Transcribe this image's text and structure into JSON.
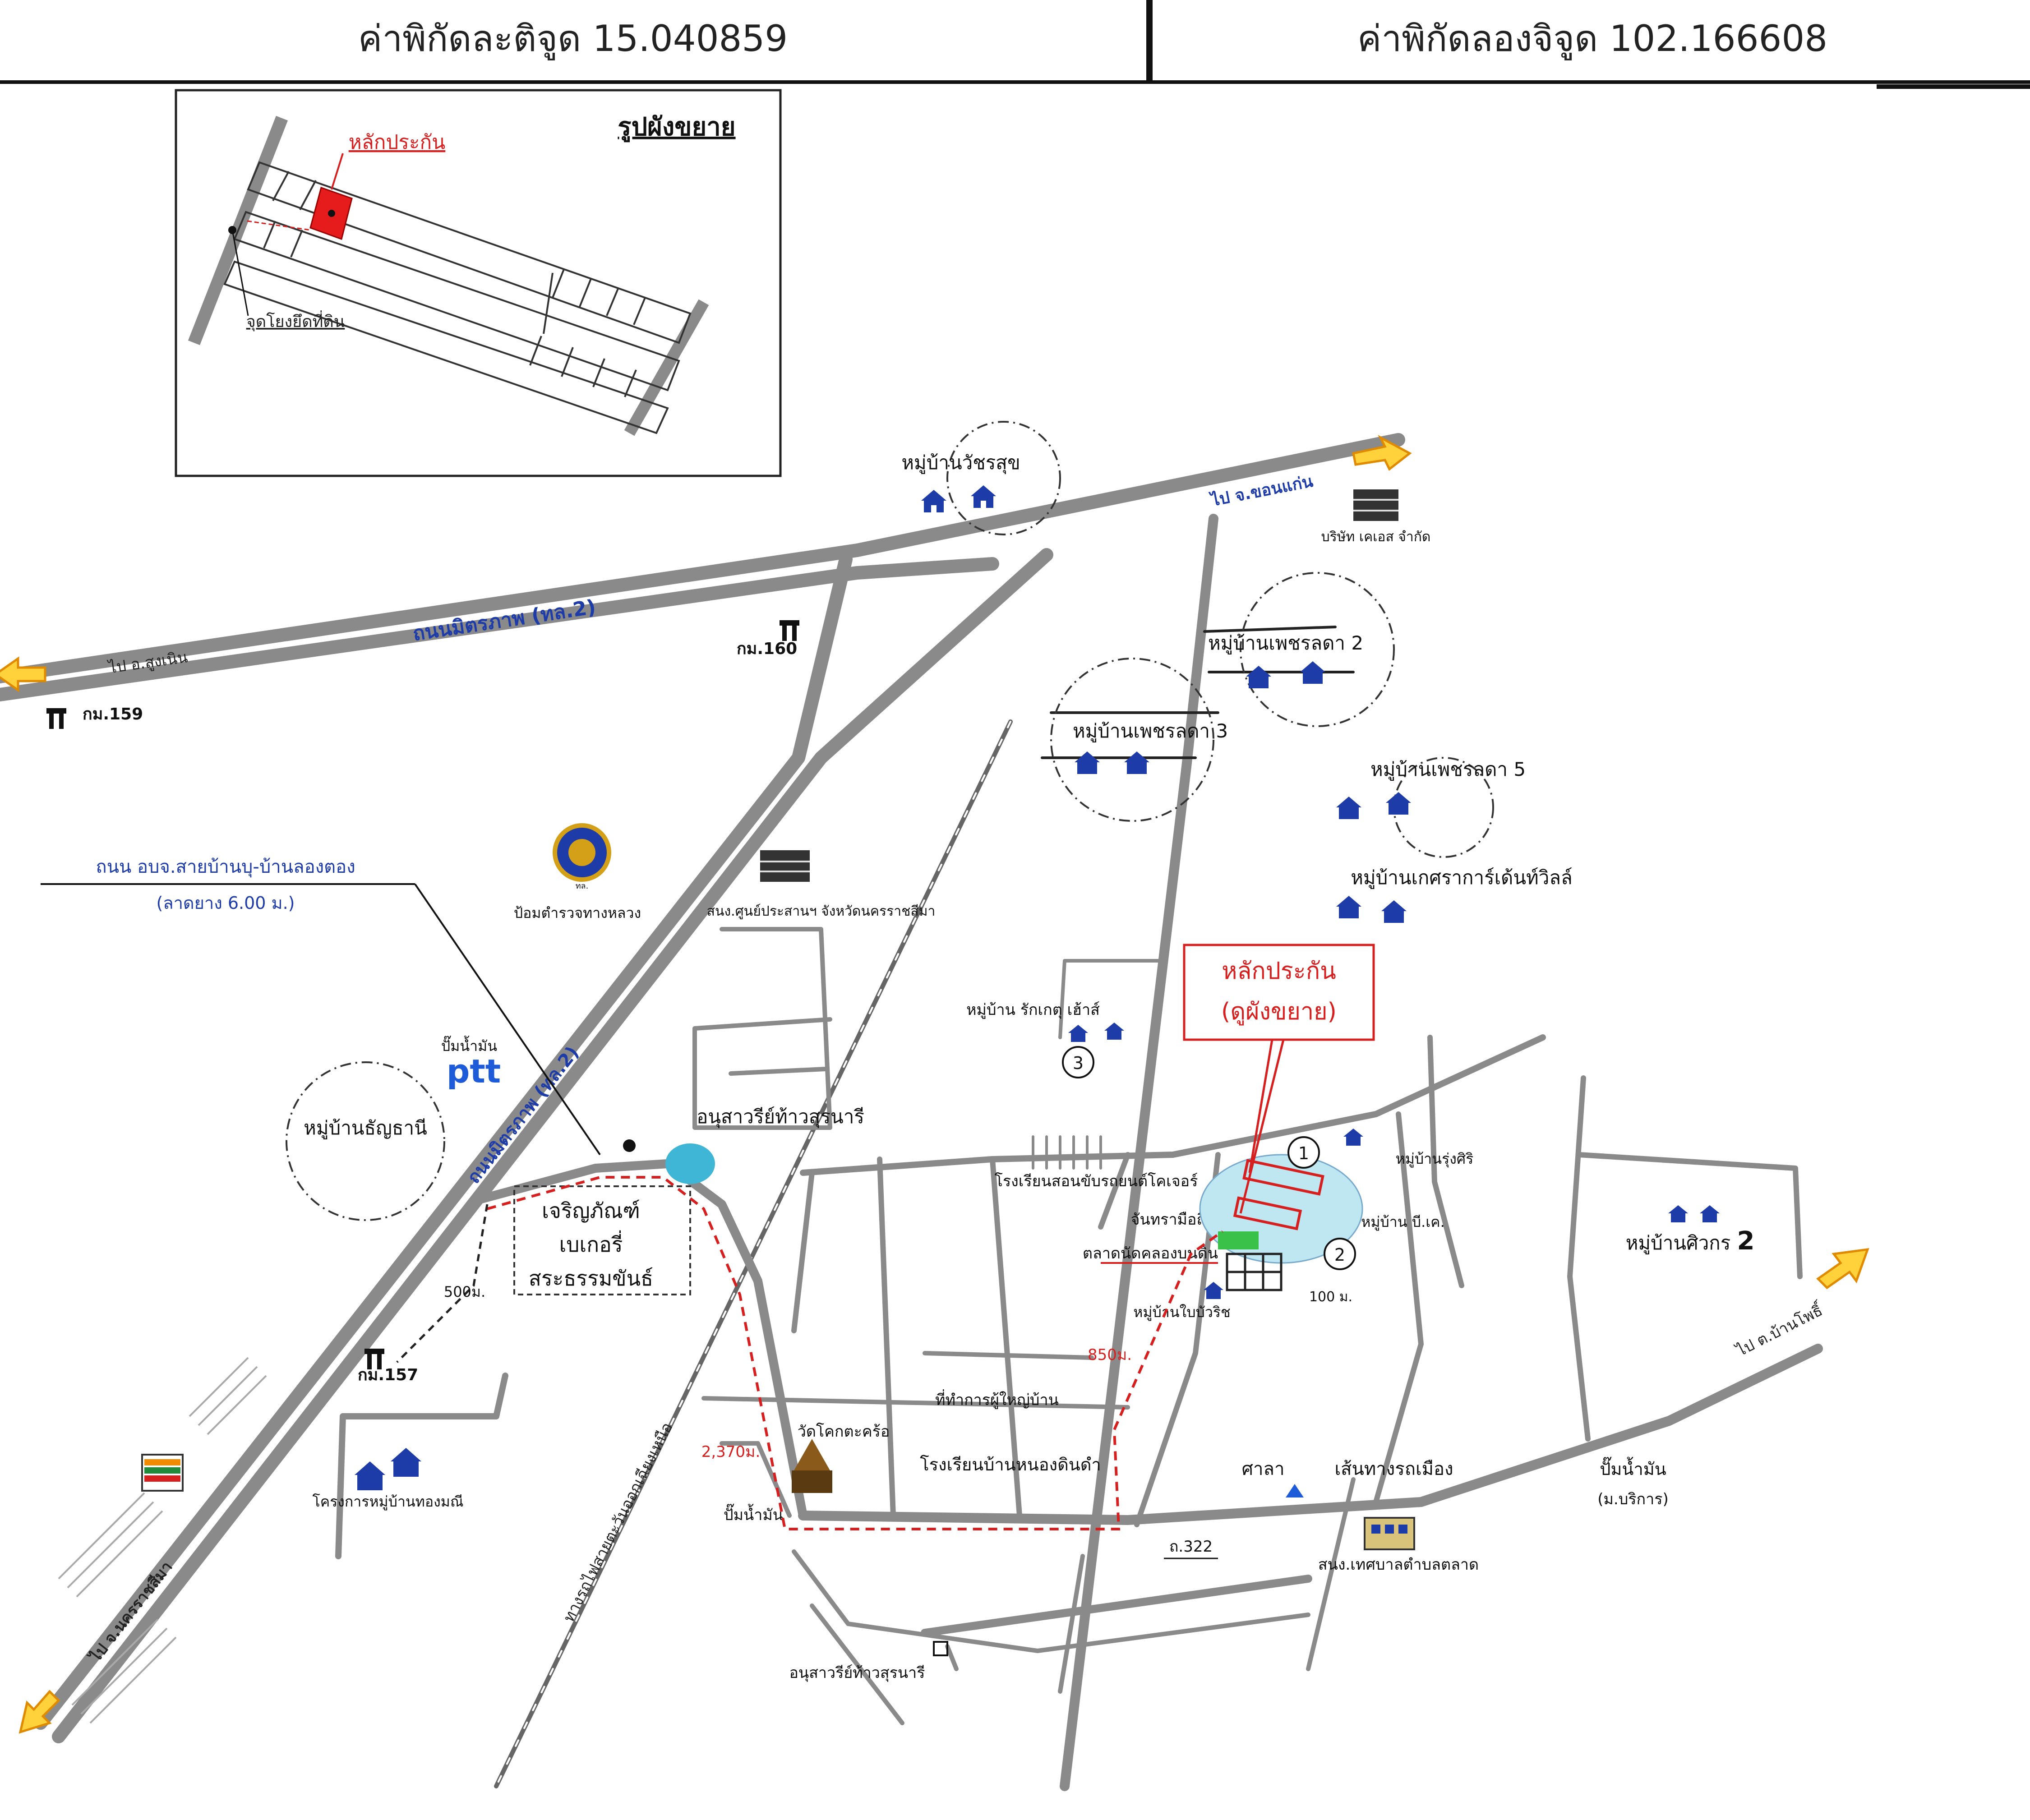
{
  "header": {
    "latitude_label": "ค่าพิกัดละติจูด 15.040859",
    "longitude_label": "ค่าพิกัดลองจิจูด 102.166608"
  },
  "inset": {
    "title": "รูปผังขยาย",
    "collateral_label": "หลักประกัน",
    "reference_label": "จุดโยงยึดที่ดิน"
  },
  "roads": {
    "highway2": "ถนนมิตรภาพ (ทล.2)",
    "highway2_lower": "ถนนมิตรภาพ (ทล.2)",
    "to_khonkaen": "ไป จ.ขอนแก่น",
    "to_korat": "ไป จ.นครราชสีมา",
    "to_left": "ไป อ.สูงเนิน",
    "to_banpho": "ไป ต.บ้านโพธิ์",
    "railway": "ทางรถไฟสายตะวันออกเฉียงเหนือ",
    "rural_road_line1": "ถนน อบจ.สายบ้านบุ-บ้านลองตอง",
    "rural_road_line2": "(ลาดยาง 6.00 ม.)"
  },
  "collateral_box": {
    "line1": "หลักประกัน",
    "line2": "(ดูผังขยาย)"
  },
  "villages": {
    "v_watcharasuk": "หมู่บ้านวัชรสุข",
    "v_petchladda2": "หมู่บ้านเพชรลดา 2",
    "v_petchladda3": "หมู่บ้านเพชรลดา 3",
    "v_petchladda5": "หมู่บ้านเพชรลดา 5",
    "v_kesara": "หมู่บ้านเกศราการ์เด้นท์วิลล์",
    "v_thanyathani": "หมู่บ้านธัญธานี",
    "v_siwakorn": "หมู่บ้านศิวกร",
    "v_siwakorn_num": "2",
    "v_rakked": "หมู่บ้าน รักเกตุ เฮ้าส์",
    "v_rungsiri": "หมู่บ้านรุ่งศิริ",
    "v_bk": "หมู่บ้าน บี.เค.",
    "v_bamrung": "หมู่บ้านใบบัวริช",
    "v_thongmanee": "โครงการหมู่บ้านทองมณี"
  },
  "landmarks": {
    "company": "บริษัท เคเอส จำกัด",
    "police": "ป้อมตำรวจทางหลวง",
    "police_badge": "ทล.",
    "school_office": "สนง.ศูนย์ประสานฯ จังหวัดนครราชสีมา",
    "ptt_label": "ปั๊มน้ำมัน",
    "ptt_logo": "ptt",
    "monument1": "อนุสาวรีย์ท้าวสุรนารี",
    "monument2": "อนุสาวรีย์ท้าวสุรนารี",
    "bakery_line1": "เจริญภัณฑ์",
    "bakery_line2": "เบเกอรี่",
    "bakery_line3": "สระธรรมขันธ์",
    "school": "โรงเรียนสอนขับรถยนต์โคเจอร์",
    "phone_shop": "จันทรามือถือ",
    "market": "ตลาดนัดคลองบนดิน",
    "village_head": "ที่ทำการผู้ใหญ่บ้าน",
    "temple": "วัดโคกตะคร้อ",
    "primary_school": "โรงเรียนบ้านหนองดินดำ",
    "municipal": "สนง.เทศบาลตำบลตลาด",
    "gas_station_left": "ปั๊มน้ำมัน",
    "gas_station_right_line1": "ปั๊มน้ำมัน",
    "gas_station_right_line2": "(ม.บริการ)",
    "sala": "ศาลา",
    "bus_route": "เส้นทางรถเมือง"
  },
  "markers": {
    "km159": "กม.159",
    "km160": "กม.160",
    "km157": "กม.157",
    "route_code": "ถ.322",
    "circle1": "1",
    "circle2": "2",
    "circle3": "3"
  },
  "distances": {
    "d500": "500ม.",
    "d2370": "2,370ม.",
    "d850": "850ม.",
    "d100": "100 ม."
  },
  "colors": {
    "road": "#8a8a8a",
    "red": "#d62020",
    "title_blue": "#1e3ca8",
    "arrow_fill": "#ffd23c",
    "arrow_stroke": "#e08a00",
    "water": "#bfe7f2"
  }
}
